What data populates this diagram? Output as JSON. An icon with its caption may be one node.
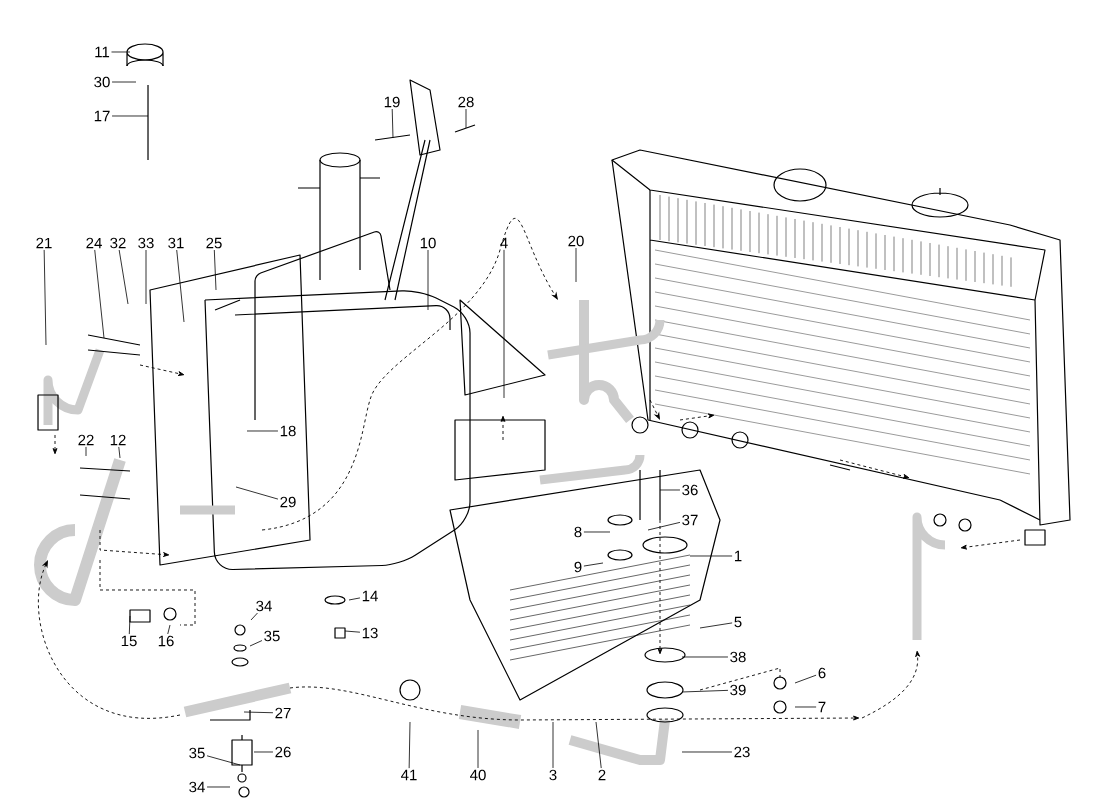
{
  "diagram": {
    "nodes": [
      {
        "text": [
          "11"
        ]
      },
      {
        "text": [
          "30"
        ]
      },
      {
        "text": [
          "17"
        ]
      },
      {
        "text": [
          "19"
        ]
      },
      {
        "text": [
          "28"
        ]
      },
      {
        "text": [
          "21"
        ]
      },
      {
        "text": [
          "24"
        ]
      },
      {
        "text": [
          "32"
        ]
      },
      {
        "text": [
          "33"
        ]
      },
      {
        "text": [
          "31"
        ]
      },
      {
        "text": [
          "25"
        ]
      },
      {
        "text": [
          "10"
        ]
      },
      {
        "text": [
          "4"
        ]
      },
      {
        "text": [
          "20"
        ]
      },
      {
        "text": [
          "22"
        ]
      },
      {
        "text": [
          "12"
        ]
      },
      {
        "text": [
          "18"
        ]
      },
      {
        "text": [
          "29"
        ]
      },
      {
        "text": [
          "36"
        ]
      },
      {
        "text": [
          "37"
        ]
      },
      {
        "text": [
          "8"
        ]
      },
      {
        "text": [
          "9"
        ]
      },
      {
        "text": [
          "1"
        ]
      },
      {
        "text": [
          "14"
        ]
      },
      {
        "text": [
          "13"
        ]
      },
      {
        "text": [
          "34"
        ]
      },
      {
        "text": [
          "35"
        ]
      },
      {
        "text": [
          "15"
        ]
      },
      {
        "text": [
          "16"
        ]
      },
      {
        "text": [
          "5"
        ]
      },
      {
        "text": [
          "6"
        ]
      },
      {
        "text": [
          "7"
        ]
      },
      {
        "text": [
          "38"
        ]
      },
      {
        "text": [
          "39"
        ]
      },
      {
        "text": [
          "27"
        ]
      },
      {
        "text": [
          "26"
        ]
      },
      {
        "text": [
          "35"
        ]
      },
      {
        "text": [
          "34"
        ]
      },
      {
        "text": [
          "41"
        ]
      },
      {
        "text": [
          "40"
        ]
      },
      {
        "text": [
          "3"
        ]
      },
      {
        "text": [
          "2"
        ]
      },
      {
        "text": [
          "23"
        ]
      }
    ],
    "edges": [
      {
        "from": 0,
        "to": null,
        "arrow": "none"
      },
      {
        "from": 1,
        "to": null,
        "arrow": "none"
      },
      {
        "from": 2,
        "to": null,
        "arrow": "none"
      },
      {
        "from": 3,
        "to": null,
        "arrow": "none"
      },
      {
        "from": 4,
        "to": null,
        "arrow": "none"
      },
      {
        "from": 5,
        "to": null,
        "arrow": "none"
      },
      {
        "from": 6,
        "to": null,
        "arrow": "none"
      },
      {
        "from": 7,
        "to": null,
        "arrow": "none"
      },
      {
        "from": 8,
        "to": null,
        "arrow": "none"
      },
      {
        "from": 9,
        "to": null,
        "arrow": "none"
      },
      {
        "from": 10,
        "to": null,
        "arrow": "none"
      },
      {
        "from": 11,
        "to": null,
        "arrow": "none"
      },
      {
        "from": 12,
        "to": null,
        "arrow": "none"
      },
      {
        "from": 13,
        "to": null,
        "arrow": "none"
      },
      {
        "from": 14,
        "to": null,
        "arrow": "none"
      },
      {
        "from": 15,
        "to": null,
        "arrow": "none"
      },
      {
        "from": 16,
        "to": null,
        "arrow": "none"
      },
      {
        "from": 17,
        "to": null,
        "arrow": "none"
      },
      {
        "from": 18,
        "to": null,
        "arrow": "none"
      },
      {
        "from": 19,
        "to": null,
        "arrow": "none"
      },
      {
        "from": 20,
        "to": null,
        "arrow": "none"
      },
      {
        "from": 21,
        "to": null,
        "arrow": "none"
      },
      {
        "from": 22,
        "to": null,
        "arrow": "none"
      },
      {
        "from": 23,
        "to": null,
        "arrow": "none"
      },
      {
        "from": 24,
        "to": null,
        "arrow": "none"
      },
      {
        "from": 25,
        "to": null,
        "arrow": "none"
      },
      {
        "from": 26,
        "to": null,
        "arrow": "none"
      },
      {
        "from": 27,
        "to": null,
        "arrow": "none"
      },
      {
        "from": 28,
        "to": null,
        "arrow": "none"
      },
      {
        "from": 29,
        "to": null,
        "arrow": "none"
      },
      {
        "from": 30,
        "to": null,
        "arrow": "none"
      },
      {
        "from": 31,
        "to": null,
        "arrow": "none"
      },
      {
        "from": 32,
        "to": null,
        "arrow": "none"
      },
      {
        "from": 33,
        "to": null,
        "arrow": "none"
      },
      {
        "from": 34,
        "to": null,
        "arrow": "none"
      },
      {
        "from": 35,
        "to": null,
        "arrow": "none"
      },
      {
        "from": 36,
        "to": null,
        "arrow": "none"
      },
      {
        "from": 37,
        "to": null,
        "arrow": "none"
      },
      {
        "from": 38,
        "to": null,
        "arrow": "none"
      },
      {
        "from": 39,
        "to": null,
        "arrow": "none"
      },
      {
        "from": 40,
        "to": null,
        "arrow": "none"
      },
      {
        "from": 41,
        "to": null,
        "arrow": "none"
      },
      {
        "from": 42,
        "to": null,
        "arrow": "none"
      }
    ]
  }
}
